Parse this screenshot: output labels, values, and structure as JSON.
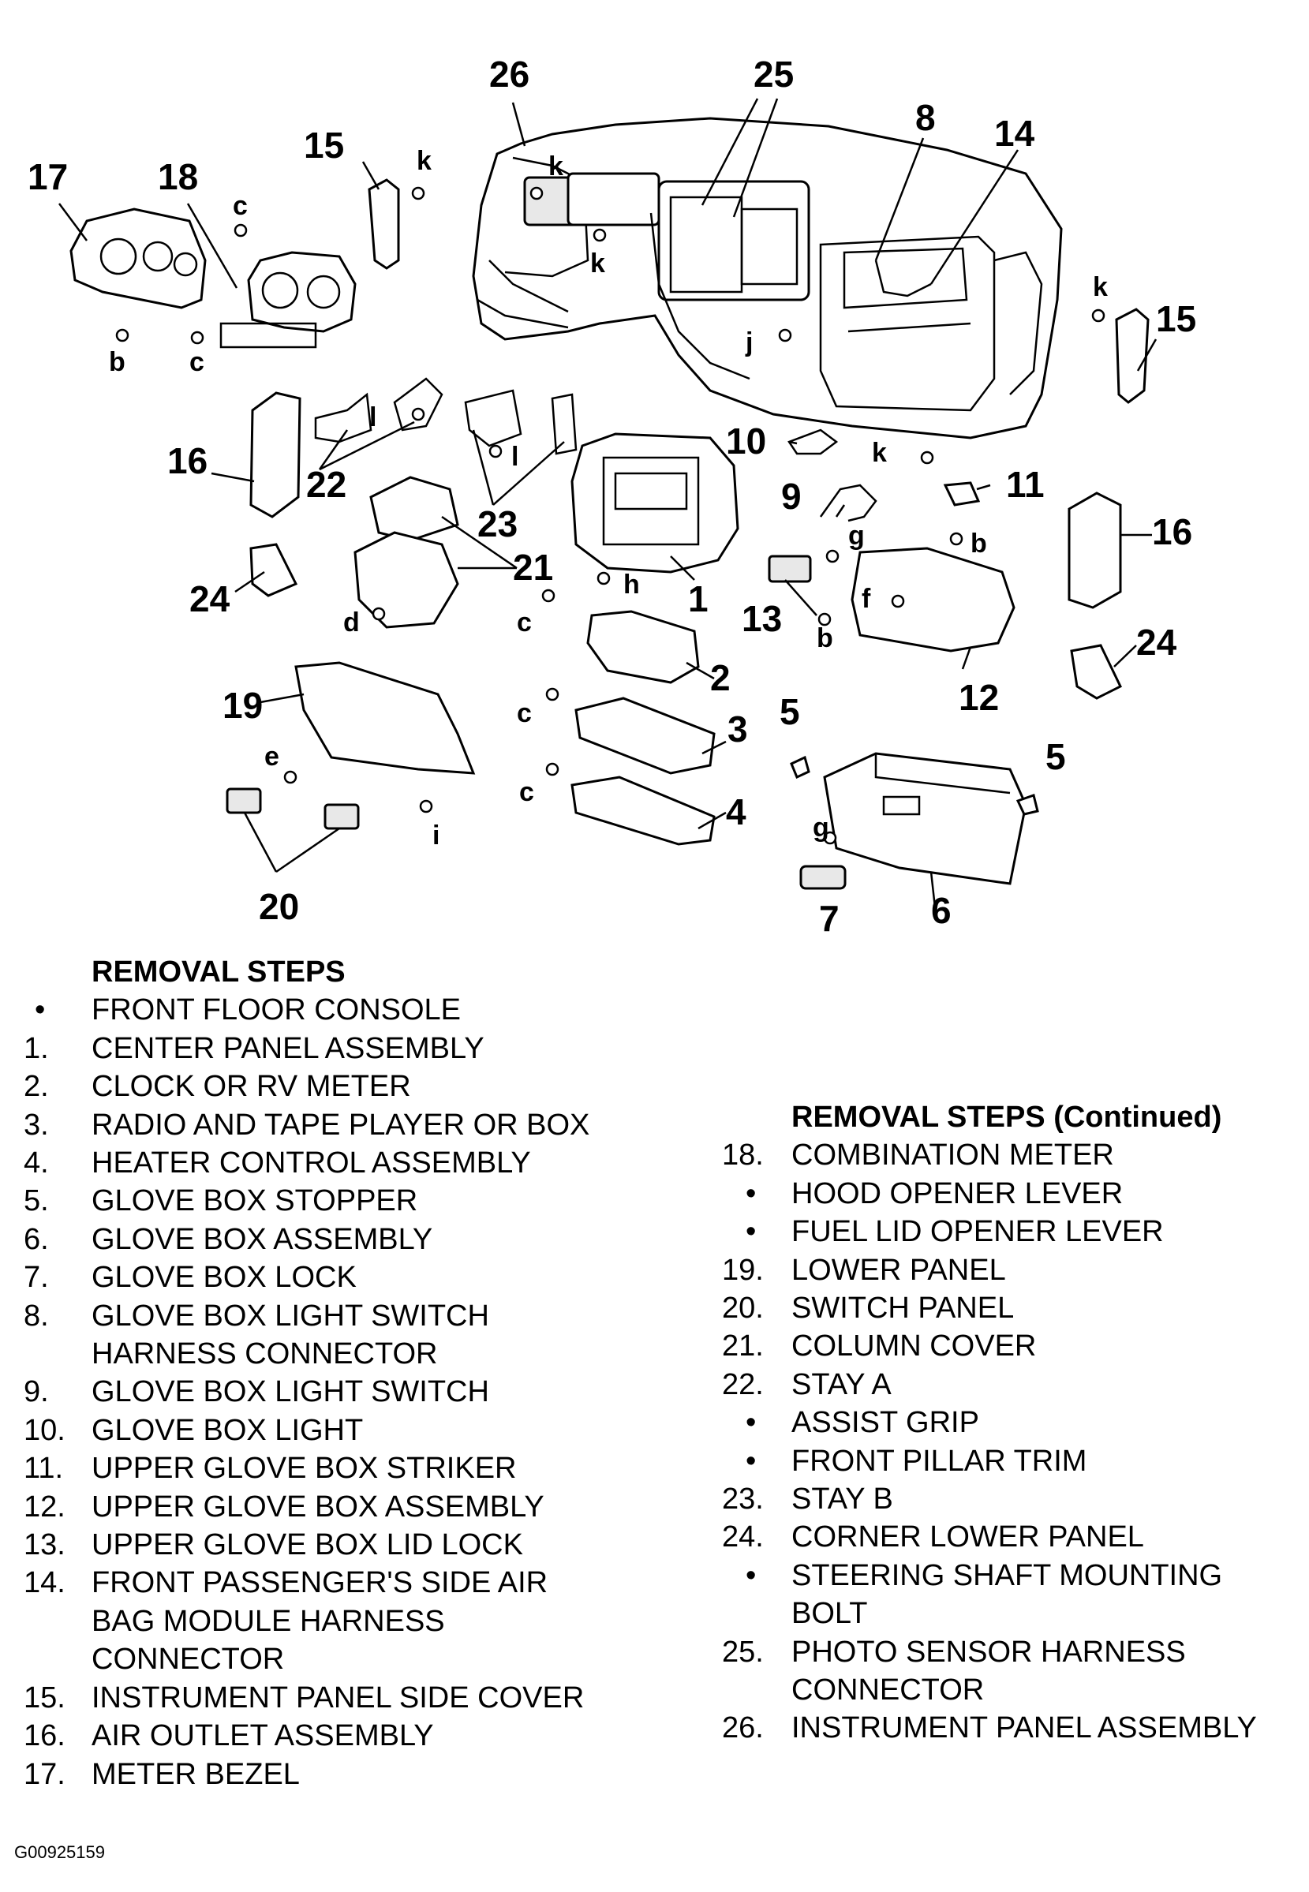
{
  "diagram": {
    "callouts": {
      "n1": "1",
      "n2": "2",
      "n3": "3",
      "n4": "4",
      "n5a": "5",
      "n5b": "5",
      "n6": "6",
      "n7": "7",
      "n8": "8",
      "n9": "9",
      "n10": "10",
      "n11": "11",
      "n12": "12",
      "n13": "13",
      "n14": "14",
      "n15a": "15",
      "n15b": "15",
      "n16a": "16",
      "n16b": "16",
      "n17": "17",
      "n18": "18",
      "n19": "19",
      "n20": "20",
      "n21": "21",
      "n22": "22",
      "n23": "23",
      "n24a": "24",
      "n24b": "24",
      "n25": "25",
      "n26": "26"
    },
    "fastener_letters": {
      "b1": "b",
      "b2": "b",
      "b3": "b",
      "c1": "c",
      "c2": "c",
      "c3": "c",
      "c4": "c",
      "c5": "c",
      "d": "d",
      "e": "e",
      "f": "f",
      "g1": "g",
      "g2": "g",
      "h": "h",
      "i": "i",
      "j": "j",
      "k1": "k",
      "k2": "k",
      "k3": "k",
      "k4": "k",
      "k5": "k",
      "l1": "l",
      "l2": "l"
    }
  },
  "removal_steps": {
    "title": "REMOVAL STEPS",
    "items": [
      {
        "marker": "•",
        "text": "FRONT FLOOR CONSOLE"
      },
      {
        "marker": "1.",
        "text": "CENTER PANEL ASSEMBLY"
      },
      {
        "marker": "2.",
        "text": "CLOCK OR RV METER"
      },
      {
        "marker": "3.",
        "text": "RADIO AND TAPE PLAYER OR BOX"
      },
      {
        "marker": "4.",
        "text": "HEATER CONTROL ASSEMBLY"
      },
      {
        "marker": "5.",
        "text": "GLOVE BOX STOPPER"
      },
      {
        "marker": "6.",
        "text": "GLOVE BOX ASSEMBLY"
      },
      {
        "marker": "7.",
        "text": "GLOVE BOX LOCK"
      },
      {
        "marker": "8.",
        "text": "GLOVE BOX LIGHT SWITCH"
      },
      {
        "marker": "",
        "text": "HARNESS CONNECTOR"
      },
      {
        "marker": "9.",
        "text": "GLOVE BOX LIGHT SWITCH"
      },
      {
        "marker": "10.",
        "text": "GLOVE BOX LIGHT"
      },
      {
        "marker": "11.",
        "text": "UPPER GLOVE BOX STRIKER"
      },
      {
        "marker": "12.",
        "text": "UPPER GLOVE BOX ASSEMBLY"
      },
      {
        "marker": "13.",
        "text": "UPPER GLOVE BOX LID LOCK"
      },
      {
        "marker": "14.",
        "text": "FRONT PASSENGER'S SIDE AIR"
      },
      {
        "marker": "",
        "text": "BAG MODULE HARNESS"
      },
      {
        "marker": "",
        "text": "CONNECTOR"
      },
      {
        "marker": "15.",
        "text": "INSTRUMENT PANEL SIDE COVER"
      },
      {
        "marker": "16.",
        "text": "AIR OUTLET ASSEMBLY"
      },
      {
        "marker": "17.",
        "text": "METER BEZEL"
      }
    ]
  },
  "removal_steps_continued": {
    "title": "REMOVAL STEPS (Continued)",
    "items": [
      {
        "marker": "18.",
        "text": "COMBINATION METER"
      },
      {
        "marker": "•",
        "text": "HOOD OPENER LEVER"
      },
      {
        "marker": "•",
        "text": "FUEL LID OPENER LEVER"
      },
      {
        "marker": "19.",
        "text": "LOWER PANEL"
      },
      {
        "marker": "20.",
        "text": "SWITCH PANEL"
      },
      {
        "marker": "21.",
        "text": "COLUMN COVER"
      },
      {
        "marker": "22.",
        "text": "STAY A"
      },
      {
        "marker": "•",
        "text": "ASSIST GRIP"
      },
      {
        "marker": "•",
        "text": "FRONT PILLAR TRIM"
      },
      {
        "marker": "23.",
        "text": "STAY B"
      },
      {
        "marker": "24.",
        "text": "CORNER LOWER PANEL"
      },
      {
        "marker": "•",
        "text": "STEERING SHAFT MOUNTING"
      },
      {
        "marker": "",
        "text": "BOLT"
      },
      {
        "marker": "25.",
        "text": "PHOTO SENSOR HARNESS"
      },
      {
        "marker": "",
        "text": "CONNECTOR"
      },
      {
        "marker": "26.",
        "text": "INSTRUMENT PANEL ASSEMBLY"
      }
    ]
  },
  "figure_id": "G00925159"
}
